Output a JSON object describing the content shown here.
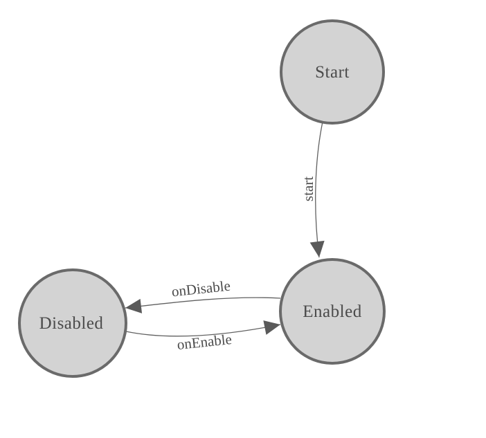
{
  "diagram": {
    "type": "state-machine",
    "nodes": [
      {
        "id": "start",
        "label": "Start"
      },
      {
        "id": "enabled",
        "label": "Enabled"
      },
      {
        "id": "disabled",
        "label": "Disabled"
      }
    ],
    "edges": [
      {
        "from": "Start",
        "to": "Enabled",
        "label": "start"
      },
      {
        "from": "Enabled",
        "to": "Disabled",
        "label": "onDisable"
      },
      {
        "from": "Disabled",
        "to": "Enabled",
        "label": "onEnable"
      }
    ],
    "colors": {
      "background": "#ffffff",
      "node_fill": "#d3d3d3",
      "node_border": "#6a6a6a",
      "edge_line": "#606060",
      "arrowhead": "#5a5a5a",
      "label_text": "#4b4b4b"
    }
  }
}
